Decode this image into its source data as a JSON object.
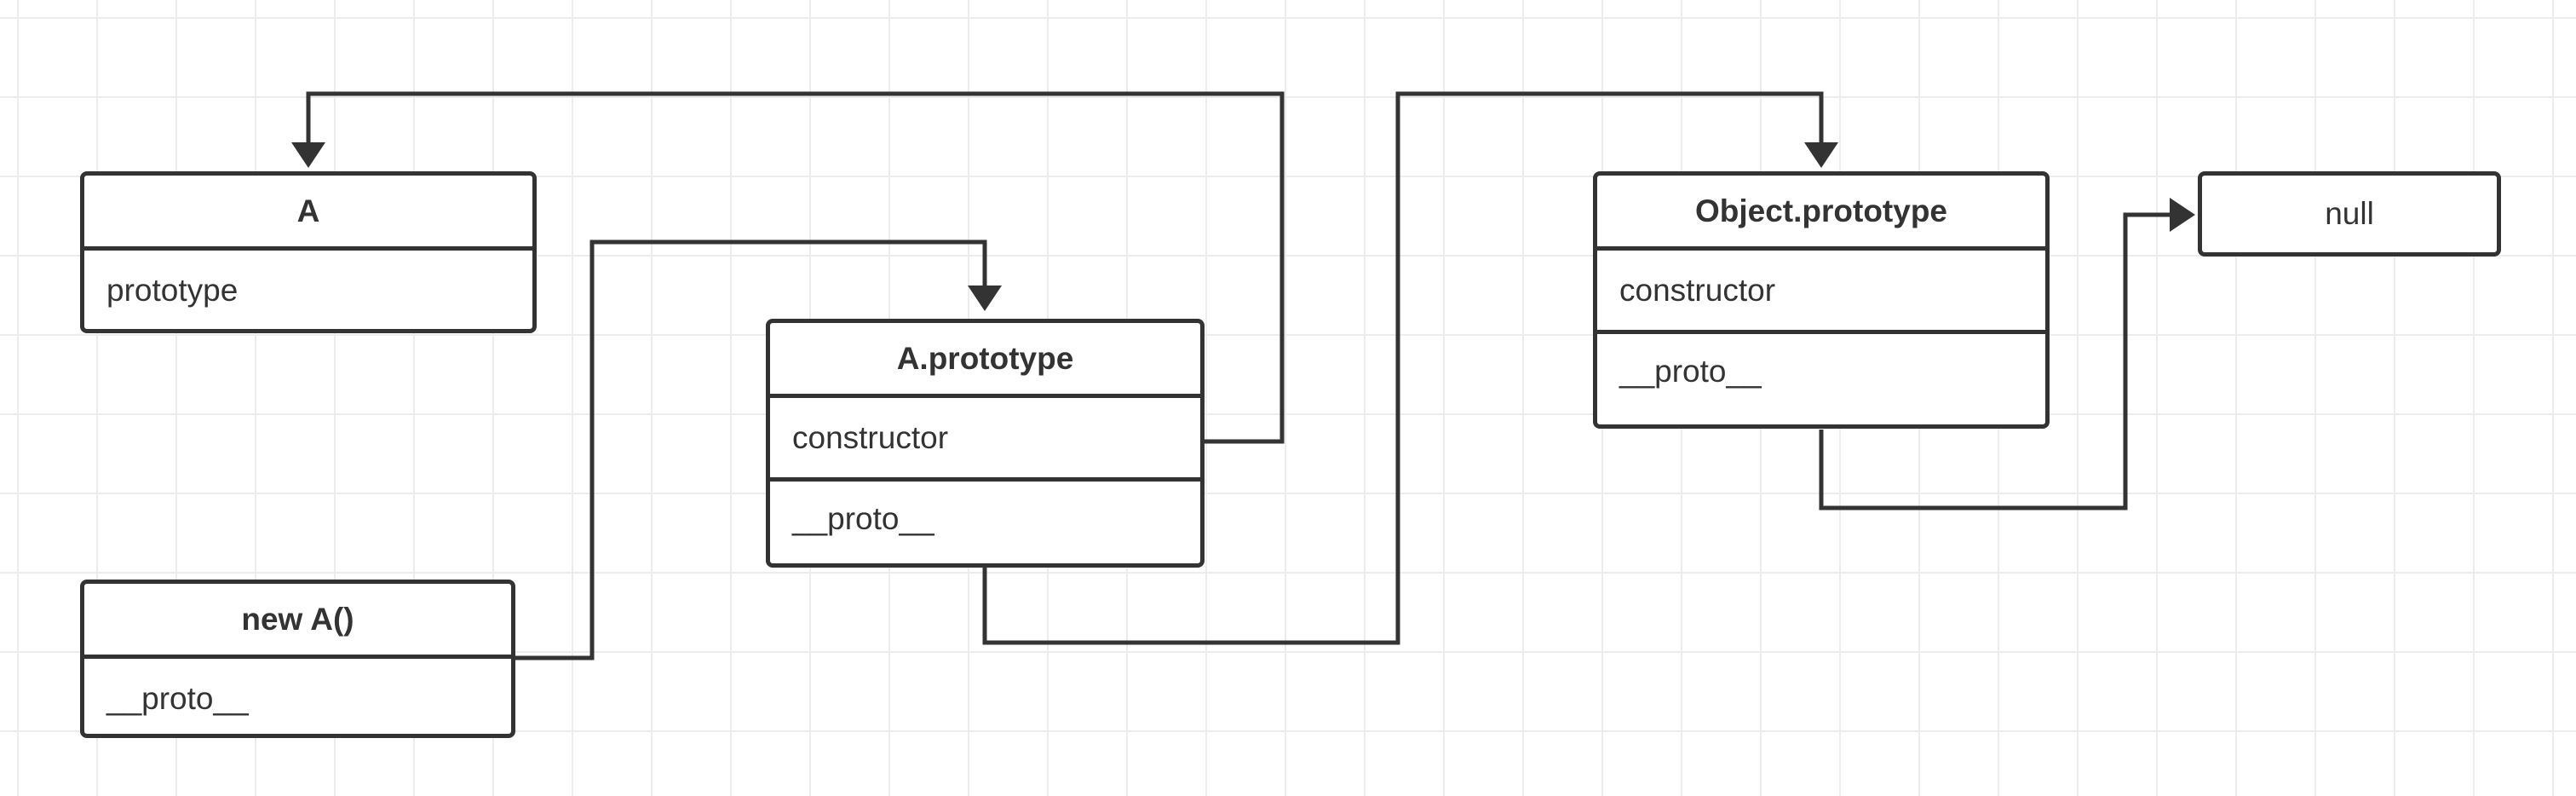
{
  "diagram": {
    "nodes": [
      {
        "id": "A",
        "title": "A",
        "fields": [
          "prototype"
        ]
      },
      {
        "id": "new_a",
        "title": "new A()",
        "fields": [
          "__proto__"
        ]
      },
      {
        "id": "a_prototype",
        "title": "A.prototype",
        "fields": [
          "constructor",
          "__proto__"
        ]
      },
      {
        "id": "object_prototype",
        "title": "Object.prototype",
        "fields": [
          "constructor",
          "__proto__"
        ]
      },
      {
        "id": "null",
        "title": "null",
        "fields": []
      }
    ],
    "edges": [
      {
        "from": "new A().__proto__",
        "to": "A.prototype"
      },
      {
        "from": "A.prototype.constructor",
        "to": "A"
      },
      {
        "from": "A.prototype.__proto__",
        "to": "Object.prototype"
      },
      {
        "from": "Object.prototype.__proto__",
        "to": "null"
      }
    ],
    "colors": {
      "stroke": "#333333",
      "grid": "#ececec",
      "background": "#ffffff"
    }
  }
}
